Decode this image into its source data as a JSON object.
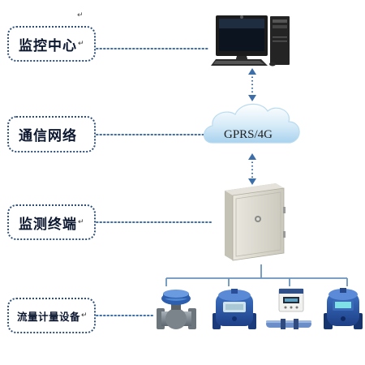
{
  "diagram": {
    "top_marker": "↵",
    "levels": [
      {
        "label": "监控中心",
        "mark": "↵"
      },
      {
        "label": "通信网络",
        "mark": ""
      },
      {
        "label": "监测终端",
        "mark": "↵"
      },
      {
        "label": "流量计量设备",
        "mark": "↵"
      }
    ],
    "cloud_label": "GPRS/4G",
    "nodes": {
      "computer": "desktop-computer",
      "cloud": "network-cloud",
      "cabinet": "monitoring-terminal-cabinet",
      "devices": [
        "electromagnetic-flowmeter",
        "water-meter",
        "ultrasonic-flowmeter",
        "smart-water-meter"
      ]
    },
    "colors": {
      "box_border": "#2f4f78",
      "link": "#3e6ea8",
      "cloud": "#cfe7f6",
      "cabinet": "#d8d6cc",
      "tree_line": "#6a93bd"
    }
  }
}
